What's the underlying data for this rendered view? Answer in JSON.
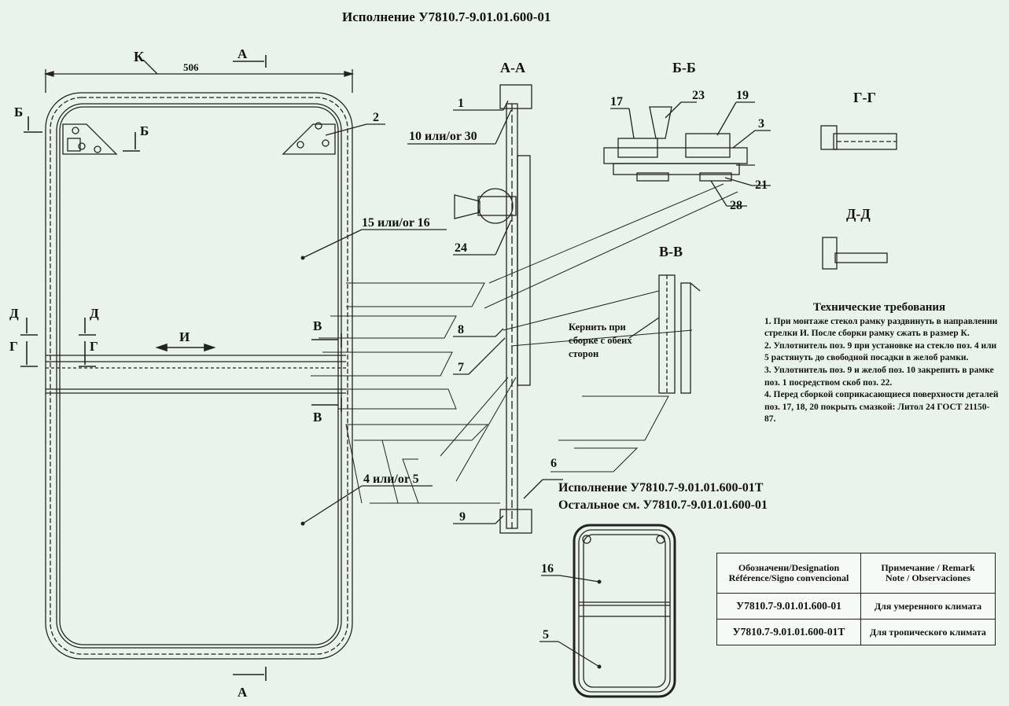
{
  "title": "Исполнение У7810.7-9.01.01.600-01",
  "sections": {
    "aa": "А-А",
    "bb": "Б-Б",
    "vv": "В-В",
    "gg": "Г-Г",
    "dd": "Д-Д"
  },
  "dimension": {
    "label": "К",
    "value": "506"
  },
  "markers": {
    "a": "А",
    "b": "Б",
    "v": "В",
    "g": "Г",
    "d": "Д",
    "i": "И"
  },
  "callouts": {
    "p1": "1",
    "p2": "2",
    "p3": "3",
    "p5": "5",
    "p6": "6",
    "p7": "7",
    "p8": "8",
    "p9": "9",
    "p16": "16",
    "p17": "17",
    "p19": "19",
    "p21": "21",
    "p23": "23",
    "p24": "24",
    "p28": "28",
    "p10_30": "10 или/or 30",
    "p15_16": "15 или/or 16",
    "p4_5": "4 или/or 5"
  },
  "note": "Кернить при сборке с обеих сторон",
  "variant": {
    "line1": "Исполнение У7810.7-9.01.01.600-01Т",
    "line2": "Остальное см. У7810.7-9.01.01.600-01"
  },
  "requirements": {
    "heading": "Технические требования",
    "items": [
      "1. При монтаже стекол рамку раздвинуть в направлении стрелки И. После сборки рамку сжать в размер К.",
      "2. Уплотнитель поз. 9 при установке на стекло поз. 4 или 5 растянуть до свободной посадки в желоб рамки.",
      "3. Уплотнитель поз. 9 и желоб поз. 10 закрепить в рамке поз. 1 посредством скоб поз. 22.",
      "4. Перед сборкой соприкасающиеся поверхности деталей поз. 17, 18, 20 покрыть смазкой: Литол 24 ГОСТ 21150-87."
    ]
  },
  "table": {
    "header1_l1": "Обозначени/Designation",
    "header1_l2": "Référence/Signo convencional",
    "header2_l1": "Примечание / Remark",
    "header2_l2": "Note /  Observaciones",
    "rows": [
      {
        "designation": "У7810.7-9.01.01.600-01",
        "remark": "Для умеренного климата"
      },
      {
        "designation": "У7810.7-9.01.01.600-01Т",
        "remark": "Для тропического климата"
      }
    ]
  },
  "colors": {
    "background": "#e9f3e9",
    "ink": "#111111"
  }
}
